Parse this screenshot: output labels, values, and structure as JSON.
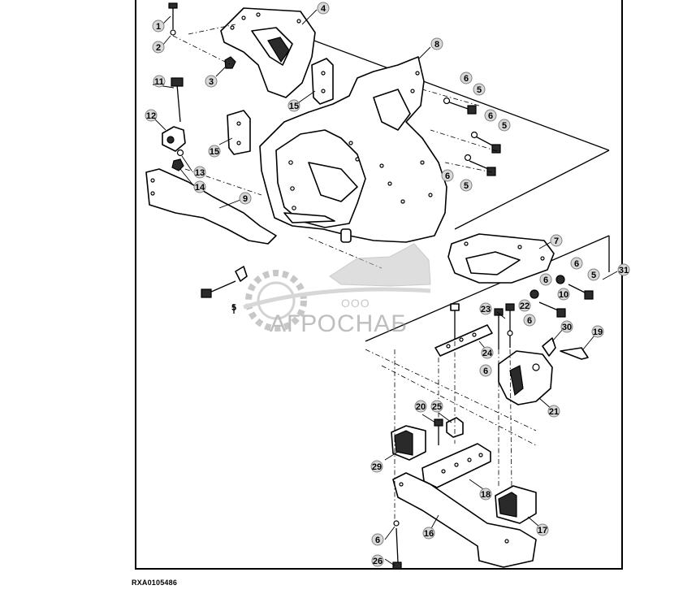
{
  "diagram": {
    "figure_code": "RXA0105486",
    "callouts": [
      "1",
      "2",
      "3",
      "4",
      "5",
      "5",
      "5",
      "5",
      "5",
      "6",
      "6",
      "6",
      "6",
      "6",
      "6",
      "6",
      "6",
      "7",
      "8",
      "9",
      "10",
      "11",
      "12",
      "13",
      "14",
      "15",
      "15",
      "16",
      "17",
      "18",
      "19",
      "20",
      "21",
      "22",
      "23",
      "24",
      "25",
      "26",
      "29",
      "30",
      "31"
    ]
  },
  "watermark": {
    "prefix": "ООО",
    "brand": "АГРОСНАБ"
  }
}
